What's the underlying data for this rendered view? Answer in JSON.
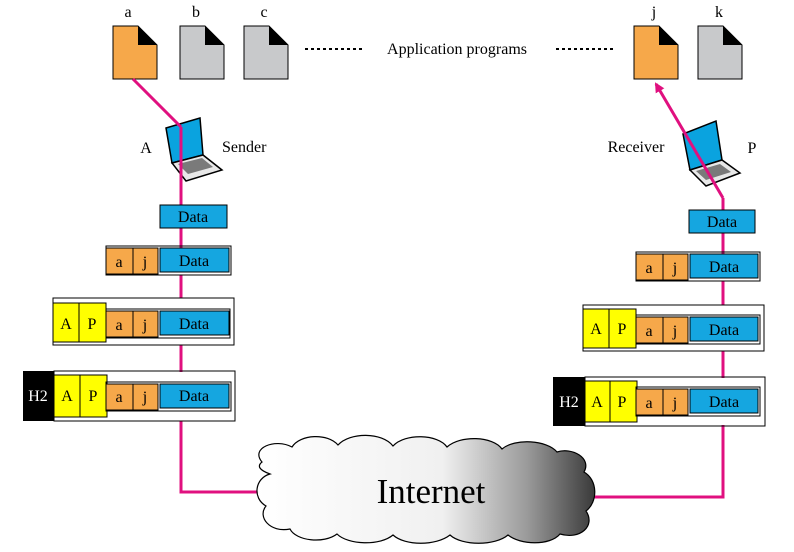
{
  "programs": {
    "labels": [
      "a",
      "b",
      "c",
      "j",
      "k"
    ],
    "caption": "Application programs",
    "colors": {
      "active": "#f6a84a",
      "inactive": "#c8c9cb"
    }
  },
  "sender": {
    "host": "A",
    "role": "Sender"
  },
  "receiver": {
    "host": "P",
    "role": "Receiver"
  },
  "packet": {
    "data": "Data",
    "port_src": "a",
    "port_dst": "j",
    "ip_src": "A",
    "ip_dst": "P",
    "link": "H2"
  },
  "network": {
    "label": "Internet"
  },
  "colors": {
    "path": "#e0107f",
    "data": "#15a6e0",
    "ports": "#f6a84a",
    "ip": "#ffff00",
    "link": "#000000"
  }
}
